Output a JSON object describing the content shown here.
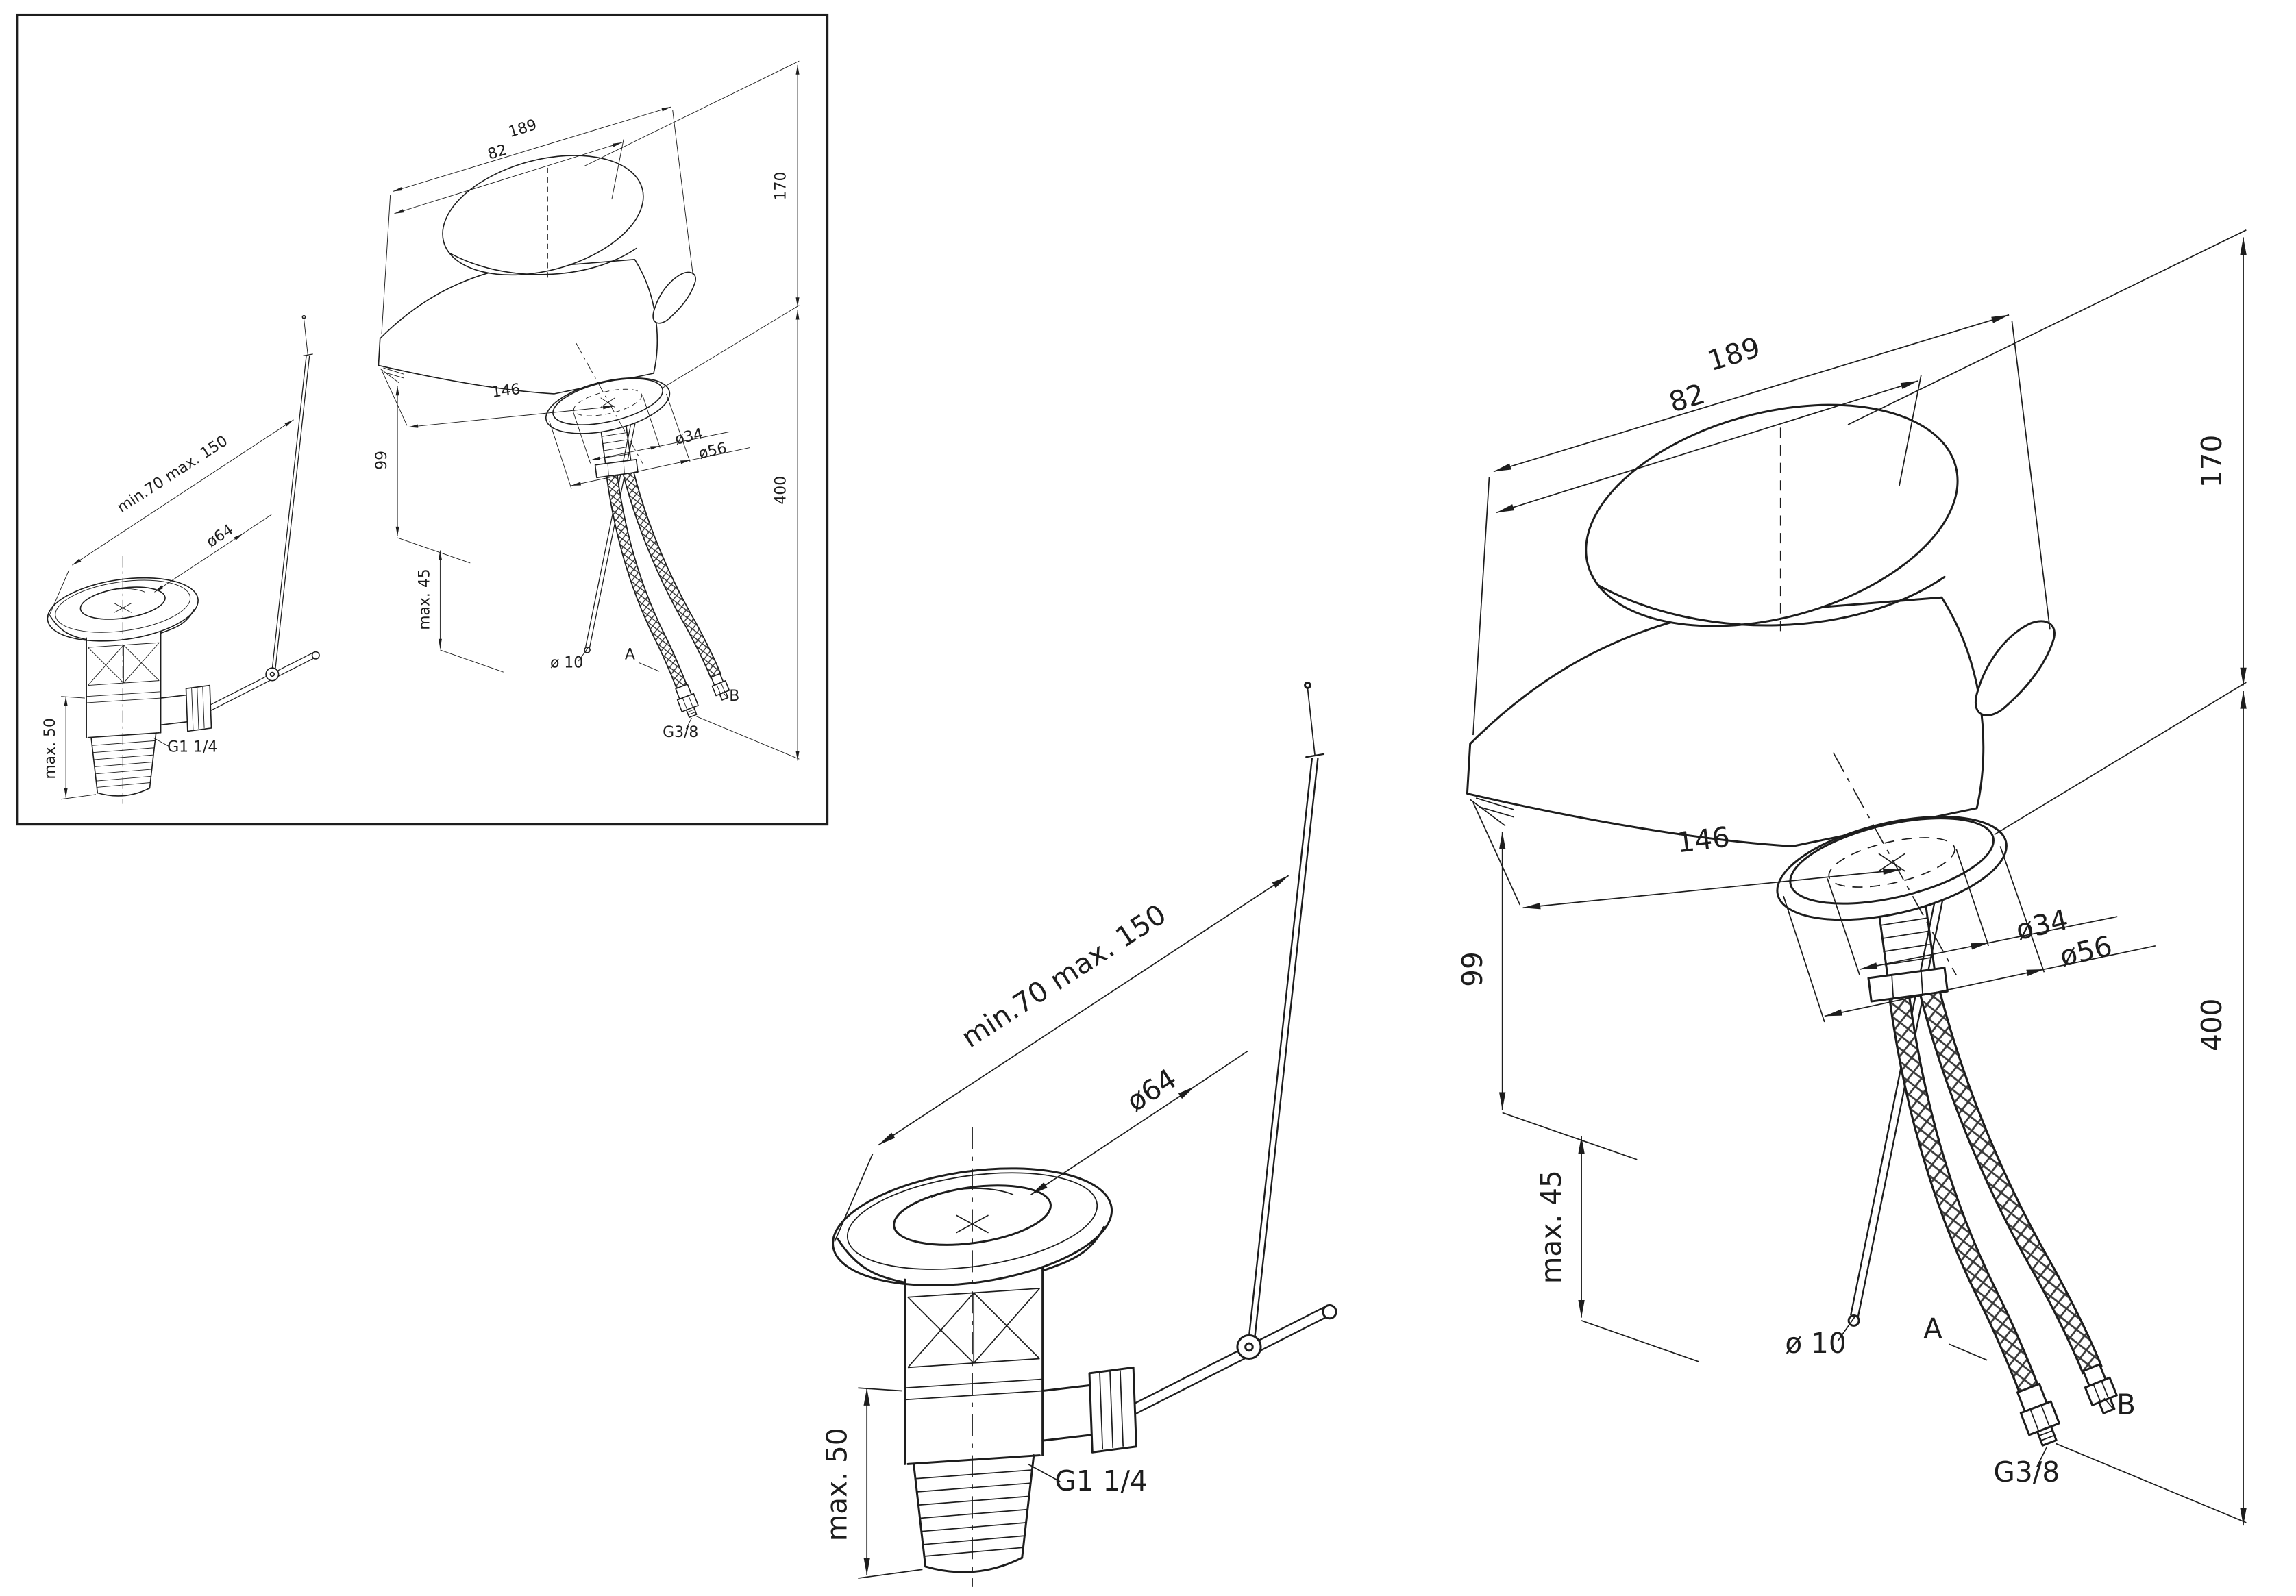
{
  "sheet": {
    "colors": {
      "ink": "#1d1d1d",
      "background": "#ffffff"
    },
    "faucet": {
      "dims": {
        "overall_length": "189",
        "handle_span": "82",
        "body_height": "170",
        "spout_reach": "146",
        "spout_height": "99",
        "deck_max": "max. 45",
        "hose_length": "400",
        "shank_dia": "ø34",
        "base_dia": "ø56",
        "rod_dia": "ø 10",
        "hose_a": "A",
        "hose_b": "B",
        "hose_thread": "G3/8"
      }
    },
    "drain": {
      "dims": {
        "rod_range": "min.70 max. 150",
        "flange_dia": "ø64",
        "body_max": "max. 50",
        "outlet_thread": "G1 1/4"
      }
    }
  }
}
